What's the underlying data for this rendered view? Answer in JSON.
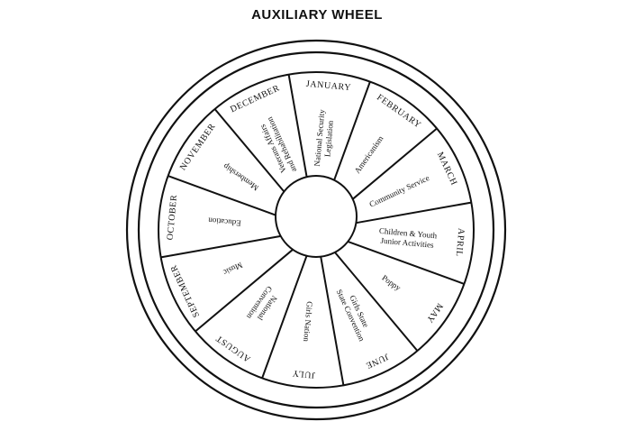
{
  "title": "AUXILIARY WHEEL",
  "colors": {
    "ink": "#111111",
    "background": "#ffffff"
  },
  "segments": [
    {
      "month": "JANUARY",
      "activity": [
        "National Security",
        "Legislation"
      ]
    },
    {
      "month": "FEBRUARY",
      "activity": [
        "Americanism"
      ]
    },
    {
      "month": "MARCH",
      "activity": [
        "Community Service"
      ]
    },
    {
      "month": "APRIL",
      "activity": [
        "Children & Youth",
        "Junior Activities"
      ]
    },
    {
      "month": "MAY",
      "activity": [
        "Poppy"
      ]
    },
    {
      "month": "JUNE",
      "activity": [
        "Girls State",
        "State Convention"
      ]
    },
    {
      "month": "JULY",
      "activity": [
        "Girls Nation"
      ]
    },
    {
      "month": "AUGUST",
      "activity": [
        "National",
        "Convention"
      ]
    },
    {
      "month": "SEPTEMBER",
      "activity": [
        "Music"
      ]
    },
    {
      "month": "OCTOBER",
      "activity": [
        "Education"
      ]
    },
    {
      "month": "NOVEMBER",
      "activity": [
        "Membership"
      ]
    },
    {
      "month": "DECEMBER",
      "activity": [
        "Veterans Affairs",
        "and Rehabilitation"
      ]
    }
  ]
}
